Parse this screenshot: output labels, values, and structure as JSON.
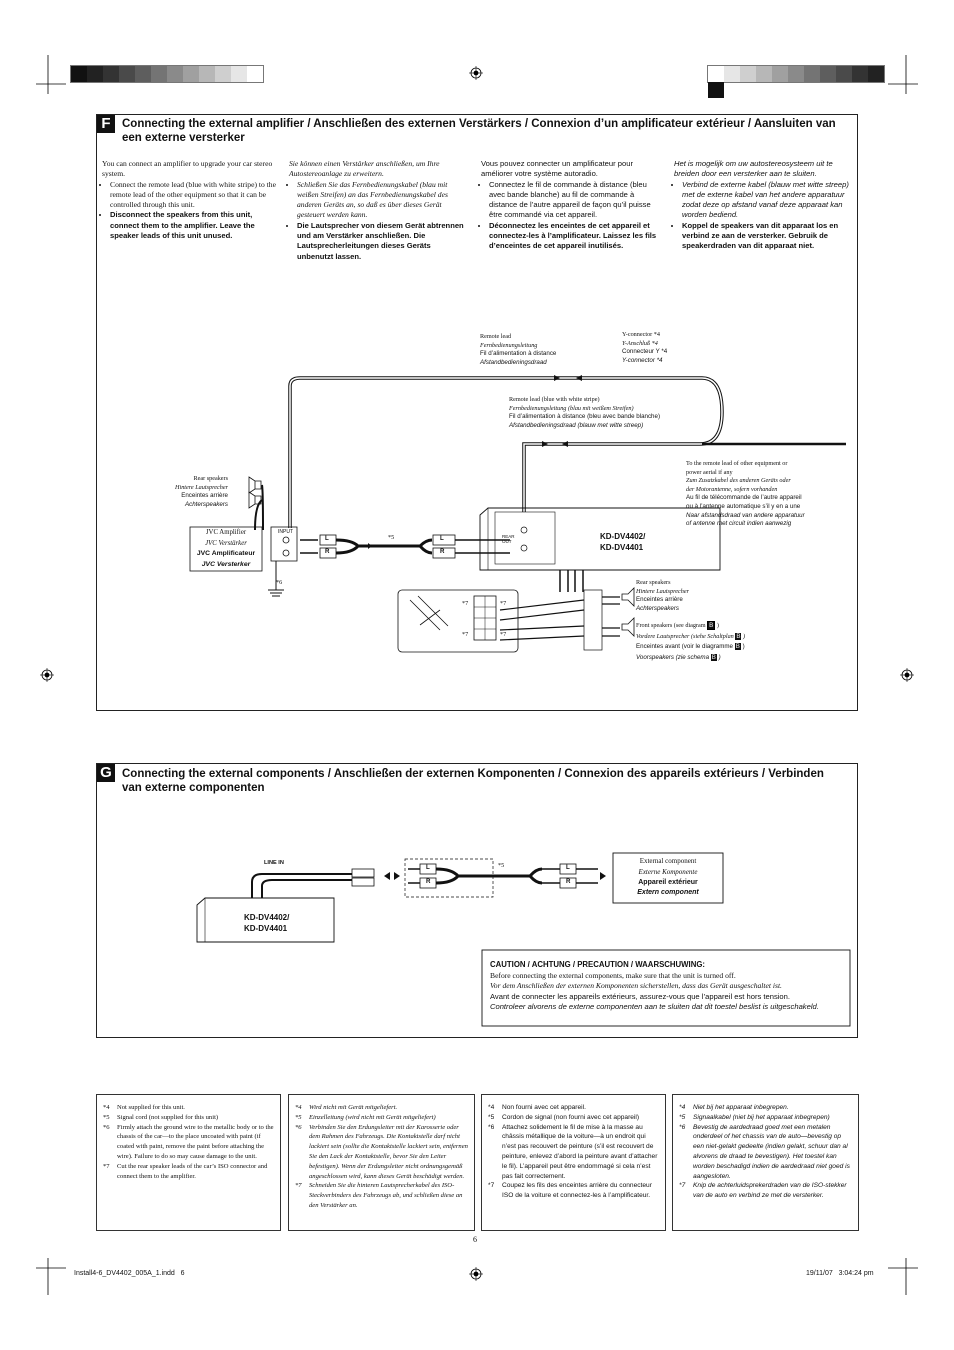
{
  "section_f": {
    "letter": "F",
    "title": "Connecting the external amplifier / Anschließen des externen Verstärkers / Connexion d’un amplificateur extérieur / Aansluiten van een externe versterker",
    "en": {
      "intro": "You can connect an amplifier to upgrade your car stereo system.",
      "b1": "Connect the remote lead (blue with white stripe) to the remote lead of the other equipment so that it can be controlled through this unit.",
      "b2": "Disconnect the speakers from this unit, connect them to the amplifier. Leave the speaker leads of this unit unused."
    },
    "de": {
      "intro": "Sie können einen Verstärker anschließen, um Ihre Autostereoanlage zu erweitern.",
      "b1": "Schließen Sie das Fernbedienungskabel (blau mit weißen Streifen) an das Fernbedienungskabel des anderen Geräts an, so daß es über dieses Gerät gesteuert werden kann.",
      "b2": "Die Lautsprecher von diesem Gerät abtrennen und am Verstärker anschließen. Die Lautsprecherleitungen dieses Geräts unbenutzt lassen."
    },
    "fr": {
      "intro": "Vous pouvez connecter un amplificateur pour améliorer votre système autoradio.",
      "b1": "Connectez le fil de commande à distance (bleu avec bande blanche) au fil de commande à distance de l’autre appareil de façon qu’il puisse être commandé via cet appareil.",
      "b2": "Déconnectez les enceintes de cet appareil et connectez-les à l’amplificateur. Laissez les fils d’enceintes de cet appareil inutilisés."
    },
    "nl": {
      "intro": "Het is mogelijk om uw autostereosysteem uit te breiden door een versterker aan te sluiten.",
      "b1": "Verbind de externe kabel (blauw met witte streep) met de externe kabel van het andere apparatuur zodat deze op afstand vanaf deze apparaat kan worden bediend.",
      "b2": "Koppel de speakers van dit apparaat los en verbind ze aan de versterker. Gebruik de speakerdraden van dit apparaat niet."
    },
    "diagram": {
      "remote_lead": [
        "Remote lead",
        "Fernbedienungsleitung",
        "Fil d’alimentation à distance",
        "Afstandbedieningsdraad"
      ],
      "y_connector": [
        "Y-connector *4",
        "Y-Anschluß *4",
        "Connecteur Y *4",
        "Y-connector *4"
      ],
      "remote_lead_blue": [
        "Remote lead (blue with white stripe)",
        "Fernbedienungsleitung (blau mit weißem Streifen)",
        "Fil d’alimentation à distance (bleu avec bande blanche)",
        "Afstandbedieningsdraad (blauw met witte streep)"
      ],
      "to_remote": [
        "To the remote lead of other equipment or",
        "power aerial if any",
        "Zum Zusatzkabel des anderen Geräts oder",
        "der Motorantenne, sofern vorhanden",
        "Au fil de télécommande de l’autre appareil",
        "ou à l’antenne automatique s’il y en a une",
        "Naar afstandsdraad van andere apparatuur",
        "of antenne met circuit indien aanwezig"
      ],
      "rear_speakers_left": [
        "Rear speakers",
        "Hintere Lautsprecher",
        "Enceintes arrière",
        "Achterspeakers"
      ],
      "amp": [
        "JVC Amplifier",
        "JVC Verstärker",
        "JVC Amplificateur",
        "JVC Versterker"
      ],
      "input": "INPUT",
      "L": "L",
      "R": "R",
      "note5": "*5",
      "note6": "*6",
      "note7": "*7",
      "model": [
        "KD-DV4402/",
        "KD-DV4401"
      ],
      "rear_out": "REAR OUT",
      "rear_speakers_right": [
        "Rear speakers",
        "Hintere Lautsprecher",
        "Enceintes arrière",
        "Achterspeakers"
      ],
      "front_speakers": [
        "Front speakers (see diagram",
        "Vordere Lautsprecher (siehe Schaltplan",
        "Enceintes avant (voir le diagramme",
        "Voorspeakers (zie schema"
      ],
      "diagram_ref": "B"
    }
  },
  "section_g": {
    "letter": "G",
    "title": "Connecting the external components / Anschließen der externen Komponenten / Connexion des appareils extérieurs / Verbinden van externe componenten",
    "line_in": "LINE IN",
    "model": [
      "KD-DV4402/",
      "KD-DV4401"
    ],
    "note5": "*5",
    "L": "L",
    "R": "R",
    "ext": [
      "External component",
      "Externe Komponente",
      "Appareil extérieur",
      "Extern component"
    ],
    "caution_title": "CAUTION / ACHTUNG / PRECAUTION / WAARSCHUWING:",
    "caution": [
      "Before connecting the external components, make sure that the unit is turned off.",
      "Vor dem Anschließen der externen Komponenten sicherstellen, dass das Gerät ausgeschaltet ist.",
      "Avant de connecter les appareils extérieurs, assurez-vous que l’appareil est hors tension.",
      "Controleer alvorens de externe componenten aan te sluiten dat dit toestel beslist is uitgeschakeld."
    ]
  },
  "footnotes": {
    "en": [
      {
        "k": "*4",
        "t": "Not supplied for this unit."
      },
      {
        "k": "*5",
        "t": "Signal cord (not supplied for this unit)"
      },
      {
        "k": "*6",
        "t": "Firmly attach the ground wire to the metallic body or to the chassis of the car—to the place uncoated with paint (if coated with paint, remove the paint before attaching the wire). Failure to do so may cause damage to the unit."
      },
      {
        "k": "*7",
        "t": "Cut the rear speaker leads of the car’s ISO connector and connect them to the amplifier."
      }
    ],
    "de": [
      {
        "k": "*4",
        "t": "Wird nicht mit Gerät mitgeliefert."
      },
      {
        "k": "*5",
        "t": "Einzelleitung (wird nicht mit Gerät mitgeliefert)"
      },
      {
        "k": "*6",
        "t": "Verbinden Sie den Erdungsleiter mit der Karosserie oder dem Rahmen des Fahrzeugs. Die Kontaktstelle darf nicht lackiert sein (sollte die Kontaktstelle lackiert sein, entfernen Sie den Lack der Kontaktstelle, bevor Sie den Leiter befestigen). Wenn der Erdungsleiter nicht ordnungsgemäß angeschlossen wird, kann dieses Gerät beschädigt werden."
      },
      {
        "k": "*7",
        "t": "Schneiden Sie die hinteren Lautsprecherkabel des ISO-Steckverbinders des Fahrzeugs ab, und schließen diese an den Verstärker an."
      }
    ],
    "fr": [
      {
        "k": "*4",
        "t": "Non fourni avec cet appareil."
      },
      {
        "k": "*5",
        "t": "Cordon de signal (non fourni avec cet appareil)"
      },
      {
        "k": "*6",
        "t": "Attachez solidement le fil de mise à la masse au châssis métallique de la voiture—à un endroit qui n’est pas recouvert de peinture (s’il est recouvert de peinture, enlevez d’abord la peinture avant d’attacher le fil). L’appareil peut être endommagé si cela n’est pas fait correctement."
      },
      {
        "k": "*7",
        "t": "Coupez les fils des enceintes arrière du connecteur ISO de la voiture et connectez-les à l’amplificateur."
      }
    ],
    "nl": [
      {
        "k": "*4",
        "t": "Niet bij het apparaat inbegrepen."
      },
      {
        "k": "*5",
        "t": "Signaalkabel (niet bij het apparaat inbegrepen)"
      },
      {
        "k": "*6",
        "t": "Bevestig de aardedraad goed met een metalen onderdeel of het chassis van de auto—bevestig op een niet-gelakt gedeelte (indien gelakt, schuur dan al alvorens de draad te bevestigen). Het toestel kan worden beschadigd indien de aardedraad niet goed is aangesloten."
      },
      {
        "k": "*7",
        "t": "Knip de achterluidsprekerdraden van de ISO-stekker van de auto en verbind ze met de versterker."
      }
    ]
  },
  "page_number": "6",
  "footer_left": "Install4-6_DV4402_005A_1.indd   6",
  "footer_right": "19/11/07   3:04:24 pm",
  "colors": {
    "strip_left": [
      "#111111",
      "#222222",
      "#333333",
      "#4a4a4a",
      "#5e5e5e",
      "#747474",
      "#8a8a8a",
      "#a0a0a0",
      "#b7b7b7",
      "#cfcfcf",
      "#e6e6e6",
      "#ffffff"
    ],
    "strip_right": [
      "#ffffff",
      "#e6e6e6",
      "#cfcfcf",
      "#b7b7b7",
      "#a0a0a0",
      "#8a8a8a",
      "#747474",
      "#5e5e5e",
      "#4a4a4a",
      "#333333",
      "#222222",
      "#111111"
    ]
  }
}
